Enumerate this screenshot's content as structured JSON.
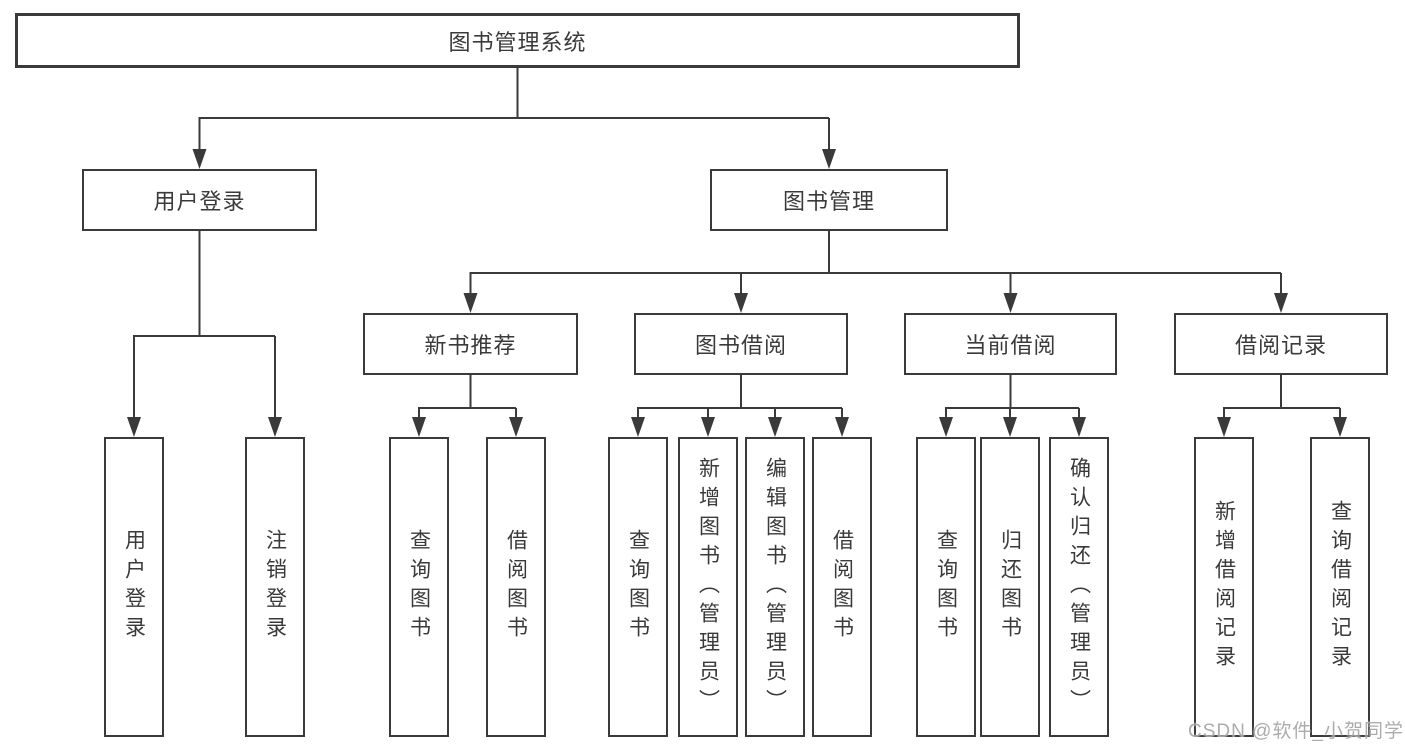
{
  "tree": {
    "label": "图书管理系统",
    "children": [
      {
        "label": "用户登录",
        "children": [
          {
            "label": "用户登录"
          },
          {
            "label": "注销登录"
          }
        ]
      },
      {
        "label": "图书管理",
        "children": [
          {
            "label": "新书推荐",
            "children": [
              {
                "label": "查询图书"
              },
              {
                "label": "借阅图书"
              }
            ]
          },
          {
            "label": "图书借阅",
            "children": [
              {
                "label": "查询图书"
              },
              {
                "label": "新增图书（管理员）"
              },
              {
                "label": "编辑图书（管理员）"
              },
              {
                "label": "借阅图书"
              }
            ]
          },
          {
            "label": "当前借阅",
            "children": [
              {
                "label": "查询图书"
              },
              {
                "label": "归还图书"
              },
              {
                "label": "确认归还（管理员）"
              }
            ]
          },
          {
            "label": "借阅记录",
            "children": [
              {
                "label": "新增借阅记录"
              },
              {
                "label": "查询借阅记录"
              }
            ]
          }
        ]
      }
    ]
  },
  "watermark": {
    "text": "CSDN @软件_小贺同学"
  },
  "colors": {
    "line": "#3a3a3a",
    "box_border": "#3a3a3a",
    "text": "#3a3a3a",
    "background": "#ffffff",
    "watermark": "#a8a8ab"
  }
}
